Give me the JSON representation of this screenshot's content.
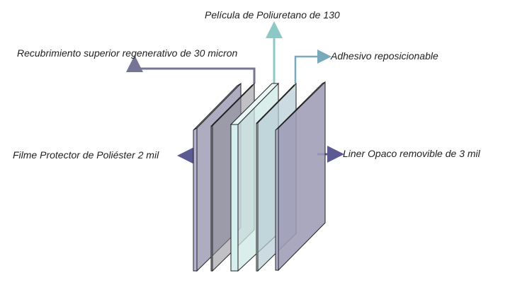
{
  "labels": {
    "pelicula": "Película de Poliuretano de 130",
    "recubrimiento": "Recubrimiento superior regenerativo de 30 micron",
    "adhesivo": "Adhesivo reposicionable",
    "filme": "Filme Protector de Poliéster 2 mil",
    "liner": "Liner Opaco removible de 3 mil"
  },
  "colors": {
    "purple_panel": "#a9a8bd",
    "gray_panel": "#a3a3aa",
    "cyan_panel": "#d2ebe8",
    "blue_panel": "#bcd0d8",
    "arrow_purple": "#5c5a92",
    "line_purple": "#777595",
    "line_cyan": "#8cc8c6",
    "line_blue": "#79a9bb"
  }
}
